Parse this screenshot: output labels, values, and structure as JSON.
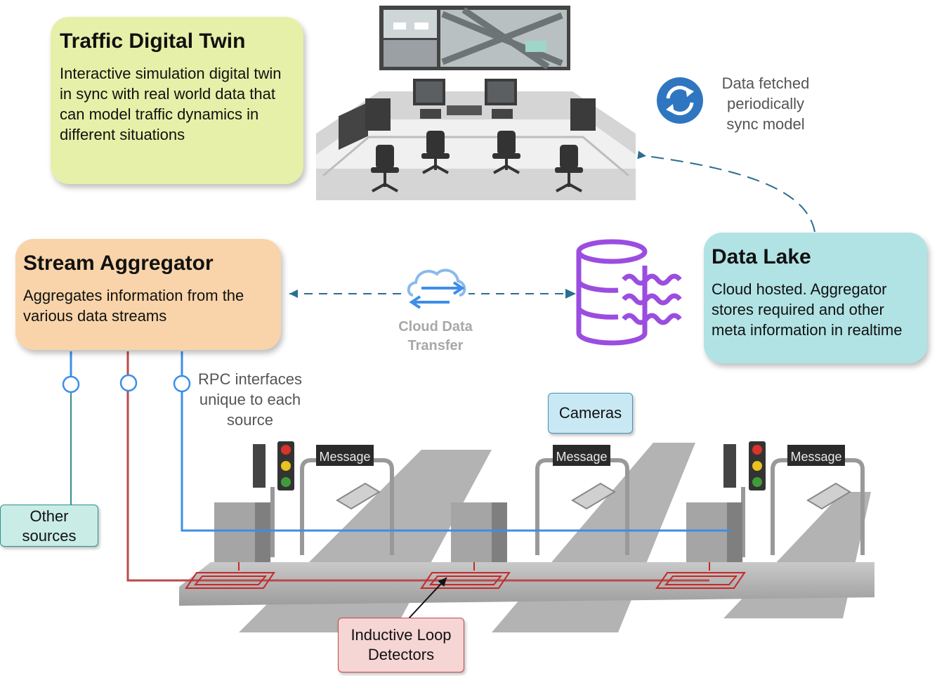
{
  "digital_twin": {
    "title": "Traffic Digital Twin",
    "lines": [
      "Interactive simulation digital twin",
      "in sync with real world data that",
      "can model traffic dynamics in",
      "different situations"
    ]
  },
  "sync_note": {
    "lines": [
      "Data fetched",
      "periodically",
      "sync model"
    ]
  },
  "stream_aggregator": {
    "title": "Stream Aggregator",
    "lines": [
      "Aggregates information from the",
      "various data streams"
    ]
  },
  "data_lake": {
    "title": "Data Lake",
    "lines": [
      "Cloud hosted. Aggregator",
      "stores required and other",
      "meta information in realtime"
    ]
  },
  "cloud_transfer": {
    "lines": [
      "Cloud Data",
      "Transfer"
    ]
  },
  "rpc_note": {
    "lines": [
      "RPC interfaces",
      "unique to each",
      "source"
    ]
  },
  "cameras": {
    "label": "Cameras"
  },
  "other_sources": {
    "lines": [
      "Other",
      "sources"
    ]
  },
  "loop_detectors": {
    "lines": [
      "Inductive Loop",
      "Detectors"
    ]
  },
  "message_signs": [
    "Message",
    "Message",
    "Message"
  ],
  "colors": {
    "twin_box": "#e6f0a8",
    "aggregator_box": "#f9d4aa",
    "lake_box": "#b1e3e5",
    "dashed_link": "#2a6f8f",
    "blue_line": "#3d8ee6",
    "red_line": "#b94a4a",
    "teal_line": "#2f8f8f",
    "database": "#9b4de0"
  },
  "icons": [
    "sync-icon",
    "cloud-transfer-icon",
    "database-stream-icon",
    "traffic-light-icon",
    "camera-icon",
    "control-room-illustration"
  ]
}
